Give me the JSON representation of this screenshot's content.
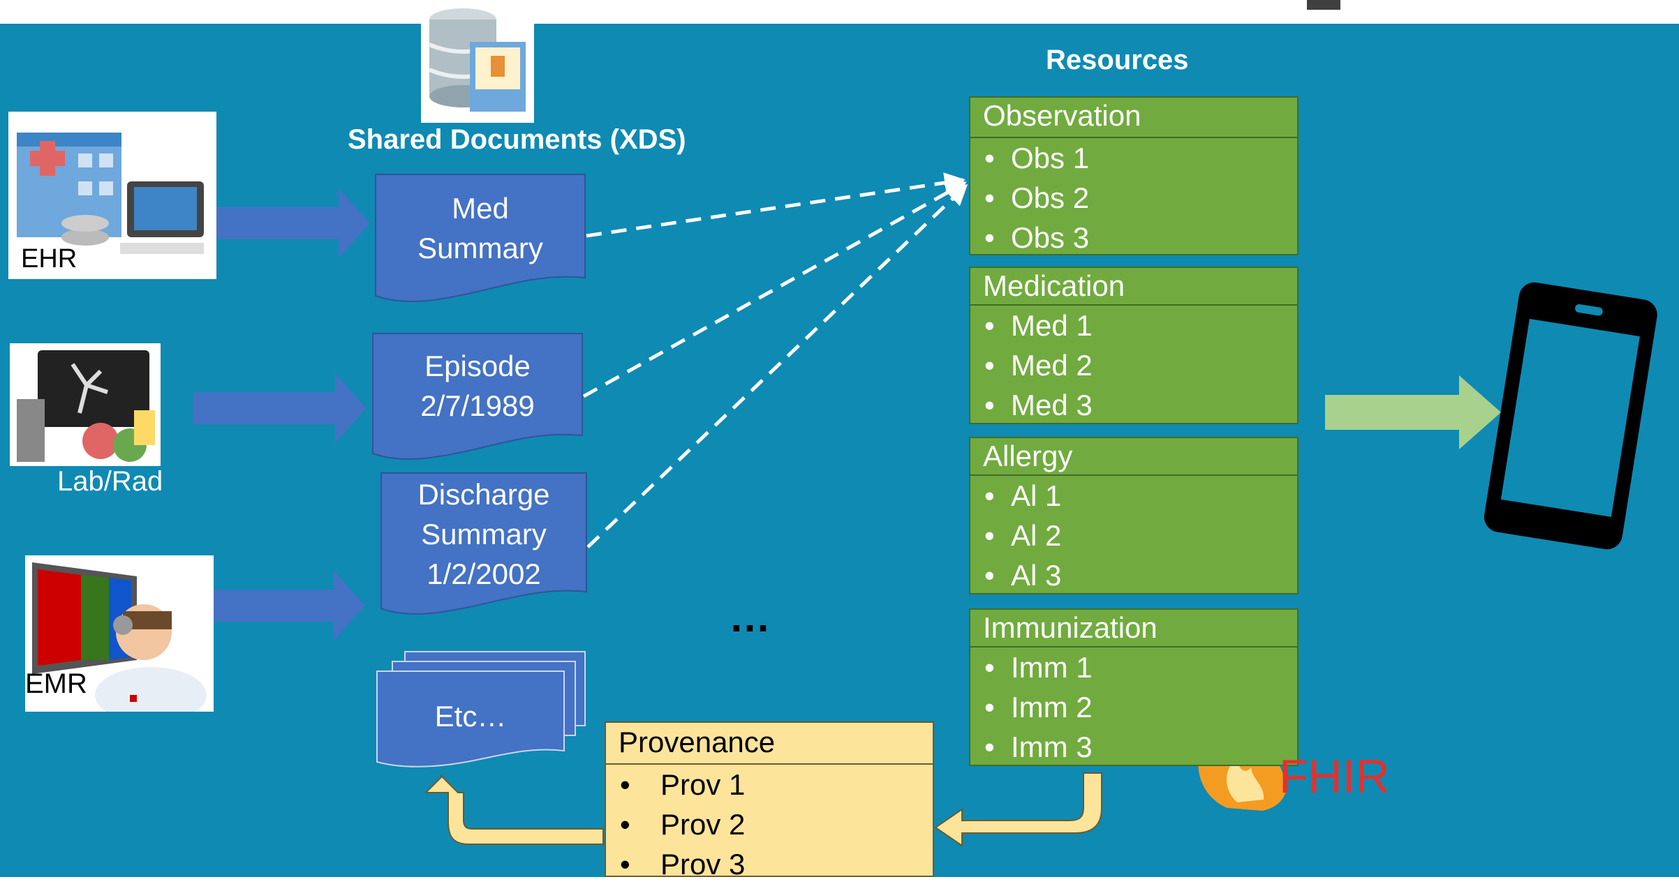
{
  "title": "Shared Documents (XDS)",
  "resources_title": "Resources",
  "ellipsis": "…",
  "sources": [
    {
      "label": "EHR"
    },
    {
      "label": "Lab/Rad"
    },
    {
      "label": "EMR"
    }
  ],
  "documents": [
    {
      "line1": "Med",
      "line2": "Summary"
    },
    {
      "line1": "Episode",
      "line2": "2/7/1989"
    },
    {
      "line1": "Discharge",
      "line2": "Summary",
      "line3": "1/2/2002"
    },
    {
      "line1": "Etc…"
    }
  ],
  "resources": [
    {
      "name": "Observation",
      "items": [
        "Obs 1",
        "Obs 2",
        "Obs 3"
      ]
    },
    {
      "name": "Medication",
      "items": [
        "Med 1",
        "Med 2",
        "Med 3"
      ]
    },
    {
      "name": "Allergy",
      "items": [
        "Al 1",
        "Al 2",
        "Al 3"
      ]
    },
    {
      "name": "Immunization",
      "items": [
        "Imm 1",
        "Imm 2",
        "Imm 3"
      ]
    }
  ],
  "provenance": {
    "name": "Provenance",
    "items": [
      "Prov 1",
      "Prov 2",
      "Prov 3"
    ]
  },
  "fhir_logo": "FHIR",
  "colors": {
    "background": "#0f8ab3",
    "document": "#4472c4",
    "resource": "#71ab3f",
    "provenance": "#fde49b",
    "phone_arrow": "#a9d18e",
    "fhir_red": "#e3312c"
  }
}
